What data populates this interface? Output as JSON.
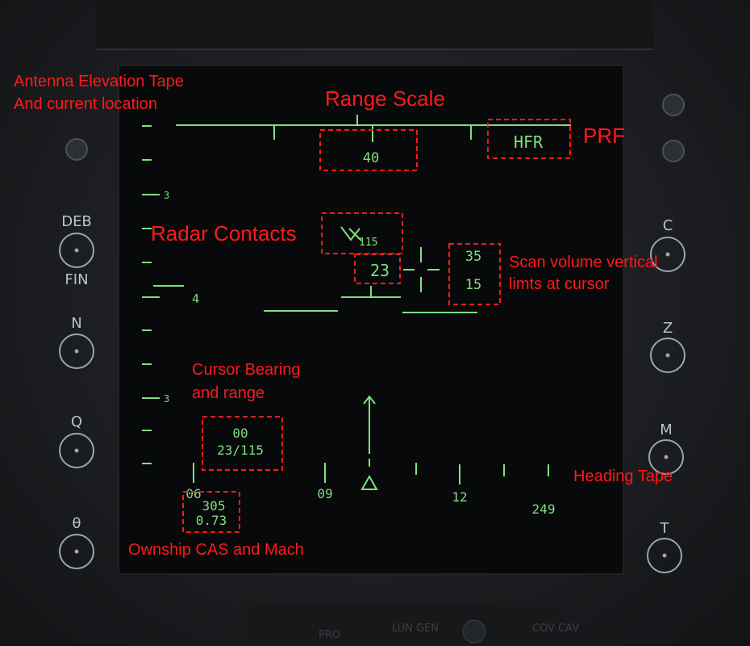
{
  "side_buttons": {
    "left": [
      {
        "top": "DEB",
        "bottom": "FIN"
      },
      {
        "top": "N"
      },
      {
        "top": "Q"
      },
      {
        "top": "θ"
      }
    ],
    "right": [
      {
        "top": "C"
      },
      {
        "top": "Z"
      },
      {
        "top": "M"
      },
      {
        "top": "T"
      }
    ]
  },
  "bottom_labels": [
    "PRO",
    "LUN\nGEN",
    "COV\nCAV"
  ],
  "display": {
    "range_scale_value": "40",
    "prf_mode": "HFR",
    "elevation_tape_marks": [
      "3",
      "3"
    ],
    "elevation_tape_current": "4",
    "contact_label": "115",
    "contact_altitude": "23",
    "scan_upper_limit": "35",
    "scan_lower_limit": "15",
    "cursor_bearing": "00",
    "cursor_range": "23/115",
    "heading_labels": [
      "06",
      "09",
      "12"
    ],
    "heading_value": "249",
    "ownship_cas": "305",
    "ownship_mach": "0.73"
  },
  "annotations": {
    "antenna_line1": "Antenna Elevation Tape",
    "antenna_line2": "And current location",
    "range_scale": "Range Scale",
    "prf": "PRF",
    "radar_contacts": "Radar Contacts",
    "scan_line1": "Scan volume vertical",
    "scan_line2": "limts at cursor",
    "cursor_line1": "Cursor Bearing",
    "cursor_line2": "and range",
    "heading_tape": "Heading Tape",
    "ownship": "Ownship CAS and Mach"
  },
  "colors": {
    "symbology": "#7fe07f",
    "annotation": "#ff1a1a"
  }
}
